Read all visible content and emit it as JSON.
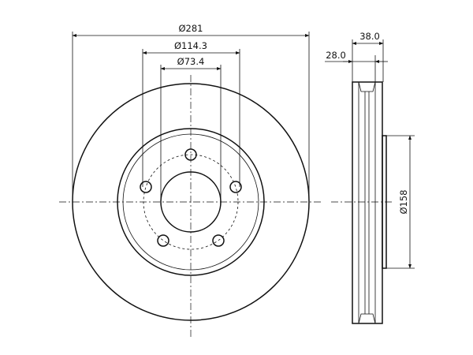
{
  "dimensions": {
    "outer_diameter": "Ø281",
    "bolt_circle": "Ø114.3",
    "center_bore": "Ø73.4",
    "hat_diameter": "Ø158",
    "total_height": "38.0",
    "disc_thickness": "28.0"
  },
  "stroke_color": "#111111"
}
